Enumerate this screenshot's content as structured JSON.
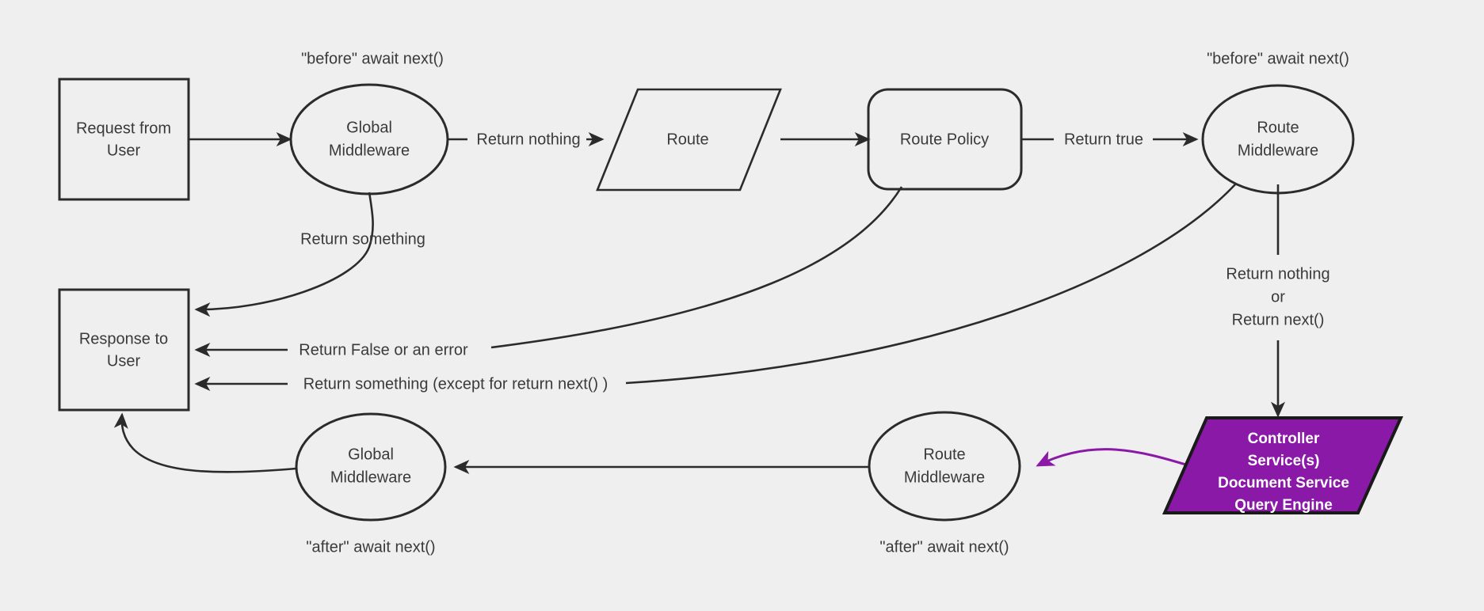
{
  "diagram": {
    "title": "Request / Middleware Lifecycle Flowchart",
    "background_color": "#efefef",
    "stroke_color": "#2b2b2b",
    "text_color": "#3a3a3a",
    "accent_color": "#8a19a8",
    "accent_text_color": "#ffffff"
  },
  "nodes": {
    "request_from_user": {
      "line1": "Request from",
      "line2": "User",
      "shape": "rectangle"
    },
    "global_middleware_top": {
      "line1": "Global",
      "line2": "Middleware",
      "shape": "ellipse"
    },
    "route": {
      "line1": "Route",
      "shape": "parallelogram"
    },
    "route_policy": {
      "line1": "Route Policy",
      "shape": "rounded-rectangle"
    },
    "route_middleware_top": {
      "line1": "Route",
      "line2": "Middleware",
      "shape": "ellipse"
    },
    "controller_services": {
      "line1": "Controller",
      "line2": "Service(s)",
      "line3": "Document Service",
      "line4": "Query Engine",
      "shape": "parallelogram",
      "fill": "#8a19a8"
    },
    "response_to_user": {
      "line1": "Response to",
      "line2": "User",
      "shape": "rectangle"
    },
    "global_middleware_bottom": {
      "line1": "Global",
      "line2": "Middleware",
      "shape": "ellipse"
    },
    "route_middleware_bottom": {
      "line1": "Route",
      "line2": "Middleware",
      "shape": "ellipse"
    }
  },
  "annotations": {
    "before_await_next_global": "\"before\" await next()",
    "before_await_next_route": "\"before\" await next()",
    "after_await_next_global": "\"after\" await next()",
    "after_await_next_route": "\"after\" await next()"
  },
  "edges": {
    "request_to_global": {
      "label": ""
    },
    "global_to_route": {
      "label": "Return nothing"
    },
    "route_to_policy": {
      "label": ""
    },
    "policy_to_route_middleware": {
      "label": "Return true"
    },
    "global_to_response": {
      "label": "Return something"
    },
    "policy_to_response": {
      "label": "Return False or an error"
    },
    "route_middleware_to_response": {
      "label": "Return something (except for return next() )"
    },
    "route_middleware_to_controller_l1": "Return nothing",
    "route_middleware_to_controller_l2": "or",
    "route_middleware_to_controller_l3": "Return next()",
    "controller_to_route_middleware_bottom": {
      "label": "",
      "color": "#8a19a8"
    },
    "route_middleware_bottom_to_global_bottom": {
      "label": ""
    },
    "global_bottom_to_response": {
      "label": ""
    }
  }
}
